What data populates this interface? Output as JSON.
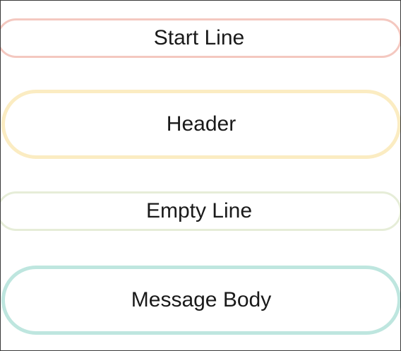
{
  "diagram": {
    "sections": [
      {
        "label": "Start Line",
        "border_color": "#f4c8c0"
      },
      {
        "label": "Header",
        "border_color": "#fbecc2"
      },
      {
        "label": "Empty Line",
        "border_color": "#e6edd8"
      },
      {
        "label": "Message Body",
        "border_color": "#bee6df"
      }
    ]
  }
}
